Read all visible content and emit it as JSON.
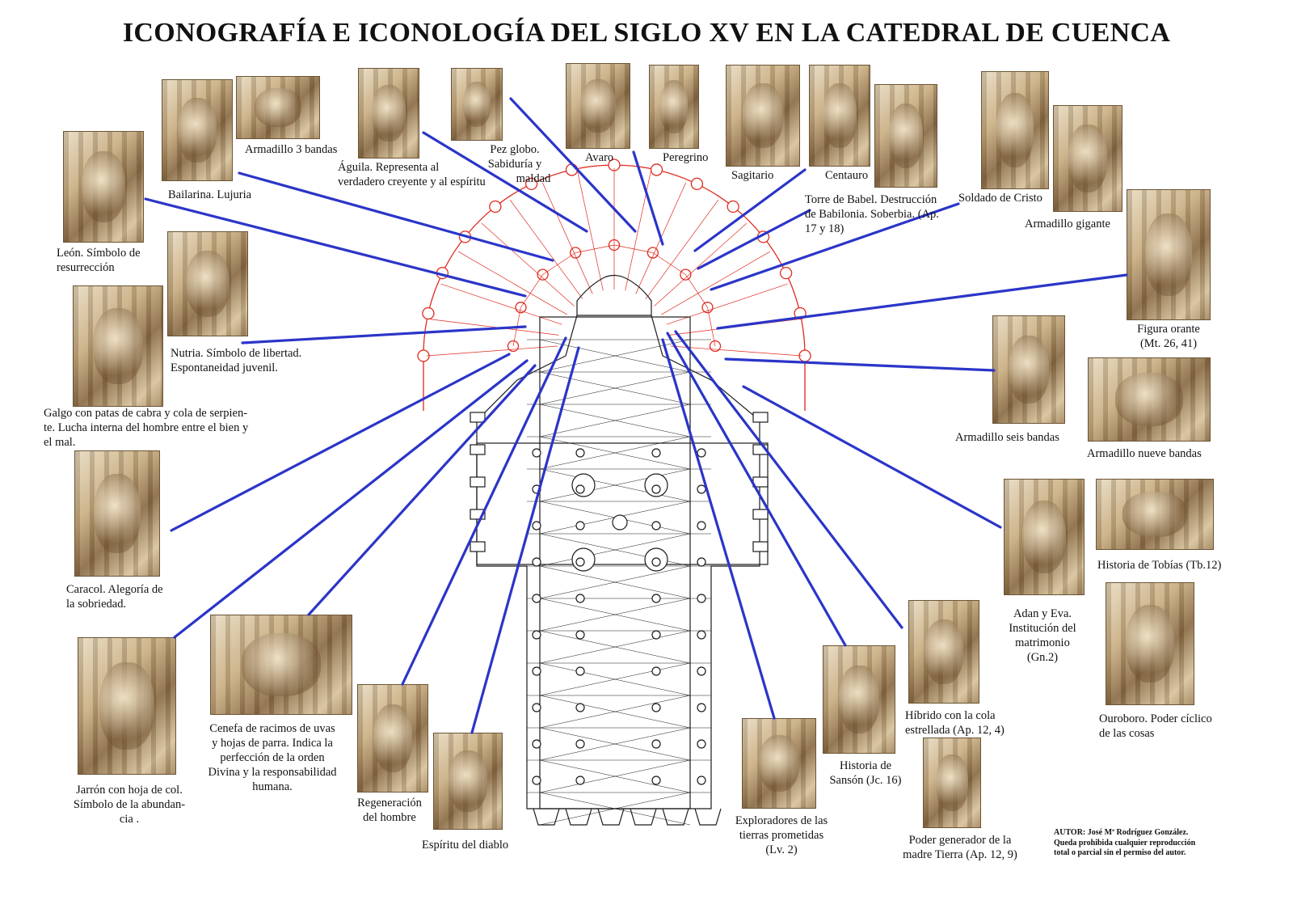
{
  "title": "ICONOGRAFÍA E ICONOLOGÍA DEL SIGLO XV EN LA CATEDRAL DE CUENCA",
  "labels": {
    "armadillo3": "Armadillo 3 bandas",
    "bailarina": "Bailarina. Lujuria",
    "leon": [
      "León. Símbolo de",
      "resurrección"
    ],
    "nutria": [
      "Nutria. Símbolo de libertad.",
      "Espontaneidad juvenil."
    ],
    "galgo": [
      "Galgo con patas de cabra y cola de serpien-",
      "te. Lucha interna del hombre entre el bien y",
      "el mal."
    ],
    "caracol": [
      "Caracol. Alegoría de",
      "la sobriedad."
    ],
    "jarron": [
      "Jarrón con hoja de col.",
      "Símbolo de la abundan-",
      "cia ."
    ],
    "cenefa": [
      "Cenefa de racimos de uvas",
      "y hojas de parra. Indica la",
      "perfección de la orden",
      "Divina y la responsabilidad",
      "humana."
    ],
    "regeneracion": [
      "Regeneración",
      "del hombre"
    ],
    "espiritu": "Espíritu del diablo",
    "aguila": [
      "Águila. Representa al",
      "verdadero creyente y al espíritu"
    ],
    "pez": [
      "Pez  globo.",
      "Sabiduría y",
      "maldad"
    ],
    "avaro": "Avaro",
    "peregrino": "Peregrino",
    "sagitario": "Sagitario",
    "centauro": "Centauro",
    "torre": [
      "Torre de Babel. Destrucción",
      "de Babilonia. Soberbia. (Ap.",
      "17 y 18)"
    ],
    "soldado": "Soldado de Cristo",
    "armadilloGigante": "Armadillo gigante",
    "figura": [
      "Figura orante",
      "(Mt. 26, 41)"
    ],
    "armadillo6": "Armadillo seis bandas",
    "armadillo9": "Armadillo nueve bandas",
    "tobias": "Historia de Tobías (Tb.12)",
    "adan": [
      "Adan y Eva.",
      "Institución del",
      "matrimonio",
      "(Gn.2)"
    ],
    "ouroboro": [
      "Ouroboro. Poder cíclico",
      "de las cosas"
    ],
    "hibrido": [
      "Híbrido con la cola",
      "estrellada (Ap. 12, 4)"
    ],
    "poder": [
      "Poder generador de la",
      "madre Tierra (Ap. 12, 9)"
    ],
    "sanson": [
      "Historia de",
      "Sansón (Jc. 16)"
    ],
    "exploradores": [
      "Exploradores de las",
      "tierras prometidas",
      "(Lv. 2)"
    ]
  },
  "author": [
    "AUTOR: José Mª Rodríguez González.",
    "Queda prohibida cualquier reproducción",
    "total o parcial sin el permiso del autor."
  ],
  "colors": {
    "leader": "#2b35c8",
    "plan_red": "#e02a1e",
    "plan_ink": "#1a1a1a"
  }
}
